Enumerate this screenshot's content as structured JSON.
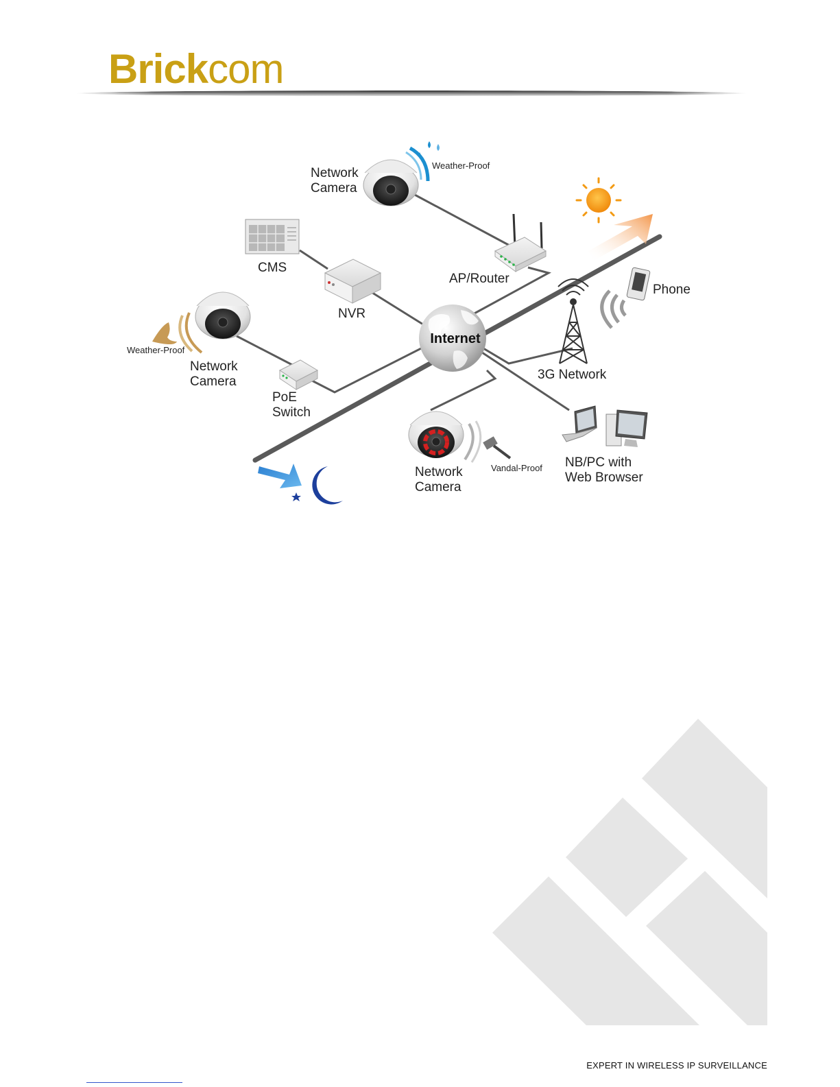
{
  "header": {
    "logo_part_bold": "Brick",
    "logo_part_light": "com"
  },
  "diagram": {
    "hub_label": "Internet",
    "labels": {
      "camera_top_line1": "Network",
      "camera_top_line2": "Camera",
      "camera_left_line1": "Network",
      "camera_left_line2": "Camera",
      "camera_bottom_line1": "Network",
      "camera_bottom_line2": "Camera",
      "weather_proof_top": "Weather-Proof",
      "weather_proof_left": "Weather-Proof",
      "vandal_proof": "Vandal-Proof",
      "cms": "CMS",
      "nvr": "NVR",
      "ap_router": "AP/Router",
      "phone": "Phone",
      "network_3g": "3G Network",
      "poe_line1": "PoE",
      "poe_line2": "Switch",
      "nbpc_line1": "NB/PC  with",
      "nbpc_line2": "Web  Browser"
    },
    "colors": {
      "brand_gold": "#c9a015",
      "sun": "#f39a12",
      "moon": "#1d3f9c",
      "weather_blue": "#1b8fd0",
      "weather_gold": "#c79a55",
      "ir_red": "#d42020"
    }
  },
  "footer": {
    "tagline": "EXPERT IN WIRELESS IP SURVEILLANCE"
  }
}
